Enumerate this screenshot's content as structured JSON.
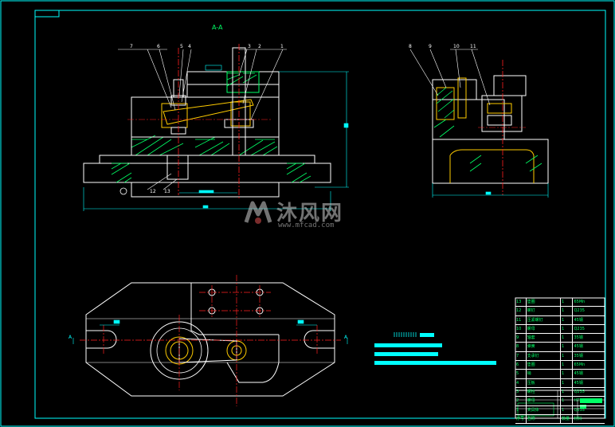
{
  "drawing": {
    "section_title": "A-A",
    "section_mark": "A",
    "callouts": {
      "front": [
        "7",
        "6",
        "5",
        "4",
        "3",
        "2",
        "1"
      ],
      "front_bottom": [
        "12",
        "13"
      ],
      "side": [
        "8",
        "9",
        "10",
        "11"
      ]
    }
  },
  "watermark": {
    "brand": "沐风网",
    "url": "www.mfcad.com"
  },
  "bom": {
    "rows": [
      {
        "no": "13",
        "name": "垫圈",
        "qty": "1",
        "mat": "65Mn"
      },
      {
        "no": "12",
        "name": "螺钉",
        "qty": "1",
        "mat": "Q235"
      },
      {
        "no": "11",
        "name": "压紧螺钉",
        "qty": "1",
        "mat": "45钢"
      },
      {
        "no": "10",
        "name": "螺母",
        "qty": "1",
        "mat": "Q235"
      },
      {
        "no": "9",
        "name": "轴套",
        "qty": "1",
        "mat": "35钢"
      },
      {
        "no": "8",
        "name": "弹簧",
        "qty": "1",
        "mat": "45钢"
      },
      {
        "no": "7",
        "name": "支承钉",
        "qty": "1",
        "mat": "35钢"
      },
      {
        "no": "6",
        "name": "垫圈",
        "qty": "1",
        "mat": "65Mn"
      },
      {
        "no": "5",
        "name": "销",
        "qty": "1",
        "mat": "45钢"
      },
      {
        "no": "4",
        "name": "压板",
        "qty": "1",
        "mat": "45钢"
      },
      {
        "no": "3",
        "name": "螺柱",
        "qty": "1",
        "mat": "Q235"
      },
      {
        "no": "2",
        "name": "螺母",
        "qty": "1",
        "mat": "HT200"
      },
      {
        "no": "1",
        "name": "夹具体",
        "qty": "1",
        "mat": "Q235"
      }
    ],
    "header": {
      "no": "序号",
      "name": "名称",
      "qty": "数量",
      "mat": "材料"
    }
  },
  "colors": {
    "frame": "#00ffff",
    "outline": "#ffffff",
    "center": "#ff2020",
    "hatch": "#00ff66",
    "part": "#ffcc00",
    "dim": "#00ffff"
  }
}
